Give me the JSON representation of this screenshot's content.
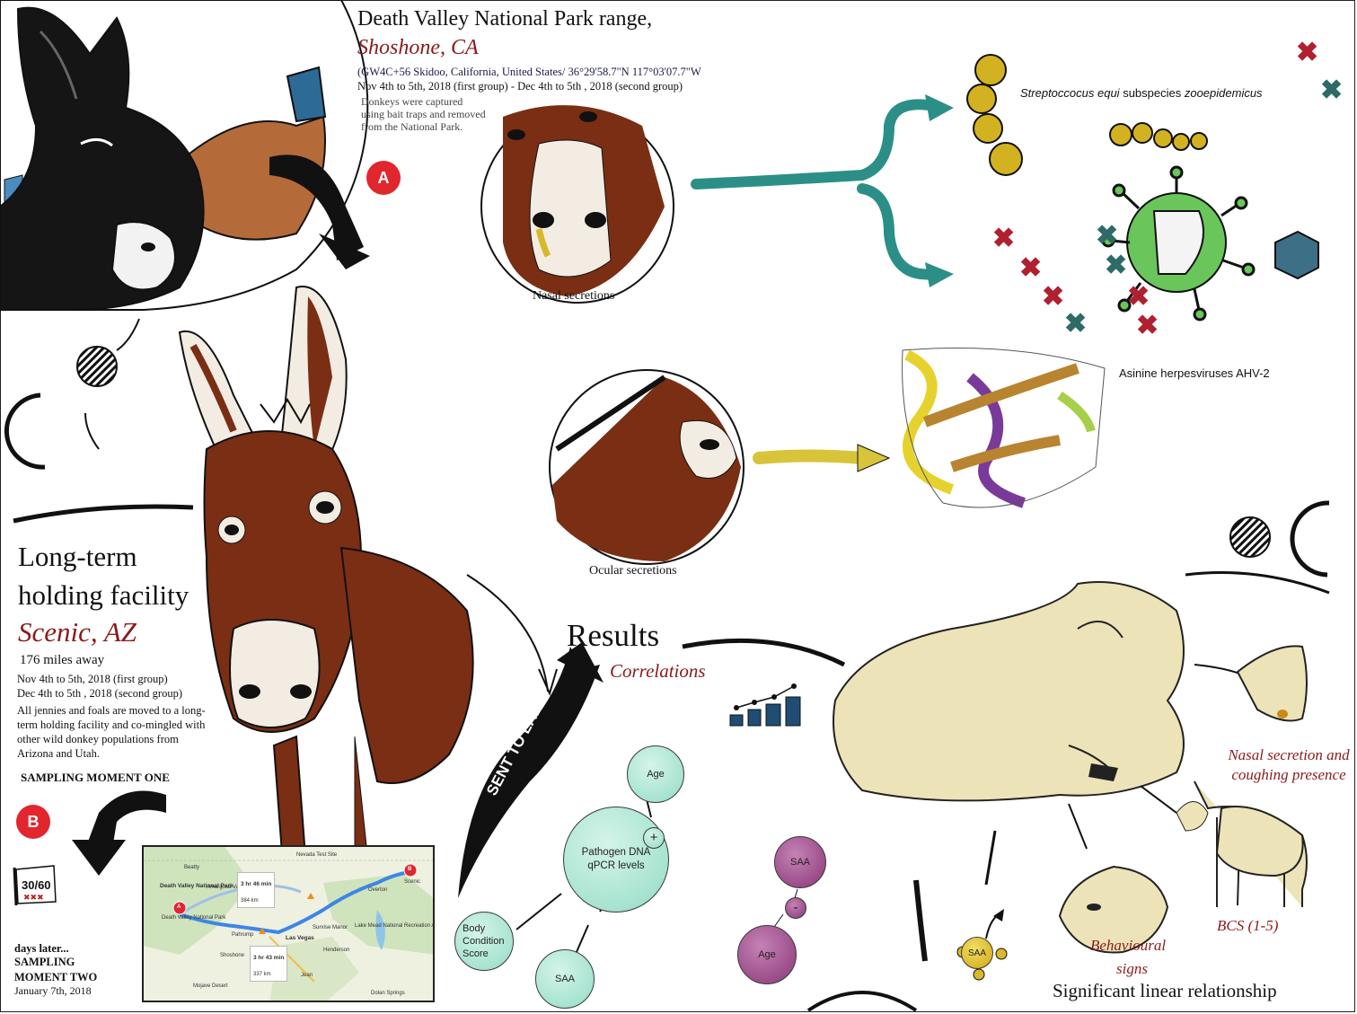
{
  "header": {
    "location_line": "Death Valley National Park range,",
    "location_city": "Shoshone, CA",
    "coords": "(GW4C+56 Skidoo, California, United States/ 36°29'58.7\"N 117°03'07.7\"W",
    "dates": "Nov 4th to 5th, 2018 (first group) - Dec 4th to 5th , 2018 (second group)",
    "capture_note": "Donkeys were captured using bait traps and removed from the National Park.",
    "badge": "A"
  },
  "facility": {
    "title_line1": "Long-term",
    "title_line2": "holding facility",
    "city": "Scenic, AZ",
    "distance": "176 miles away",
    "date1": "Nov 4th to 5th, 2018 (first group)",
    "date2": "Dec 4th to 5th , 2018 (second group)",
    "note": "All jennies and foals are moved to a long-term holding facility and co-mingled with other wild donkey populations from Arizona and Utah.",
    "sampling": "SAMPLING MOMENT ONE",
    "badge": "B"
  },
  "moment_two": {
    "calendar": "30/60",
    "days_later": "days later...",
    "sampling_line1": "SAMPLING",
    "sampling_line2": "MOMENT TWO",
    "date": "January 7th, 2018"
  },
  "map": {
    "labels": {
      "dv": "Death Valley National Park",
      "dv2": "Death Valley National Park",
      "amargosa": "Amargosa Valley",
      "nevada": "Nevada Test Site",
      "beatty": "Beatty",
      "shoshone": "Shoshone",
      "pahrump": "Pahrump",
      "lasvegas": "Las Vegas",
      "henderson": "Henderson",
      "manor": "Sunrise Manor",
      "lake": "Lake Mead National Recreation Area",
      "overton": "Overton",
      "scenic": "Scenic",
      "mojave": "Mojave Desert",
      "jean": "Jean",
      "dolan": "Dolan Springs",
      "route1_time": "3 hr 46 min",
      "route1_dist": "384 km",
      "route2_time": "3 hr 43 min",
      "route2_dist": "337 km",
      "marker_a": "A",
      "marker_b": "B"
    }
  },
  "samples": {
    "nasal": "Nasal secretions",
    "ocular": "Ocular secretions"
  },
  "pathogens": {
    "strep_genus": "Streptoccocus equi",
    "strep_rest": " subspecies ",
    "strep_sub": "zooepidemicus",
    "herpes": "Asinine herpesviruses AHV-2"
  },
  "lab": {
    "arrow_label": "SENT TO LAB",
    "results": "Results",
    "correlations": "Correlations",
    "nodes": {
      "age": "Age",
      "pathogen": "Pathogen DNA qPCR levels",
      "plus": "+",
      "bcs": "Body Condition Score",
      "saa": "SAA"
    },
    "neg_nodes": {
      "saa": "SAA",
      "minus": "-",
      "age": "Age"
    },
    "gold_node": "SAA"
  },
  "signs": {
    "nasal_cough": "Nasal secretion and coughing presence",
    "bcs": "BCS (1-5)",
    "behaviour_line1": "Behavioural",
    "behaviour_line2": "signs",
    "relationship": "Significant linear relationship"
  },
  "colors": {
    "accent_red": "#8b1a1a",
    "badge_red": "#e1262d",
    "teal_node": "#a7e3d0",
    "purple_node": "#9b4d8a",
    "gold_node": "#d9b82a",
    "donkey_brown": "#7a2e14",
    "lying_donkey": "#ede3b8"
  }
}
